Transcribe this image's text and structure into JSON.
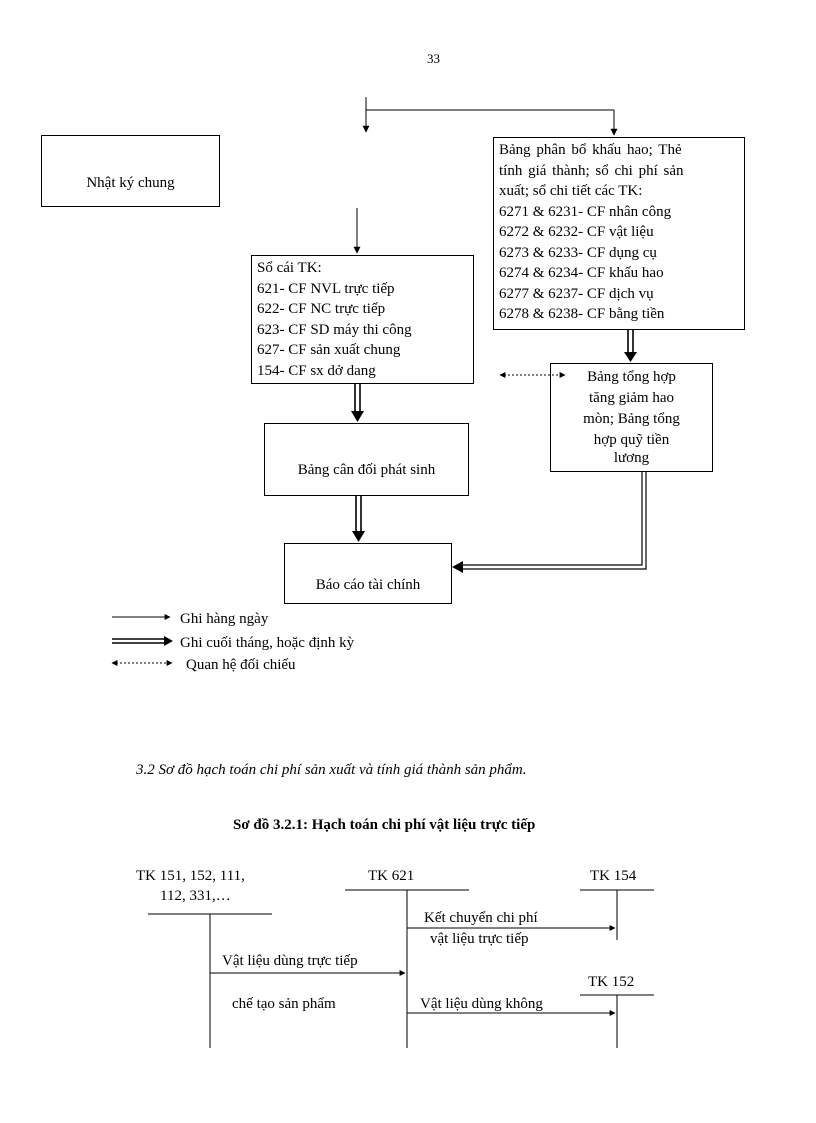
{
  "page_number": "33",
  "flow": {
    "nhat_ky": "Nhật ký chung",
    "bang_phan_bo": [
      "Bảng phân bổ khấu hao; Thẻ",
      "tính giá thành; sổ chi phí sản",
      "xuất; sổ chi tiết các TK:",
      "6271 & 6231- CF nhân công",
      "6272 & 6232- CF vật liệu",
      "6273 & 6233- CF dụng cụ",
      "6274 & 6234- CF khấu hao",
      "6277 & 6237- CF dịch vụ",
      "6278 & 6238- CF bằng tiền"
    ],
    "so_cai": [
      "Sổ cái TK:",
      "621- CF NVL trực tiếp",
      "622- CF NC trực tiếp",
      "623- CF SD máy thi công",
      "627- CF sản xuất chung",
      "154- CF sx dở dang"
    ],
    "bang_tong_hop": [
      "Bảng tổng hợp",
      "tăng giảm hao",
      "mòn; Bảng tổng",
      "hợp quỹ tiền",
      "lương"
    ],
    "bang_can_doi": "Bảng cân đối phát sinh",
    "bao_cao": "Báo cáo tài chính"
  },
  "legend": {
    "daily": "Ghi hàng ngày",
    "periodic": "Ghi cuối tháng, hoặc định kỳ",
    "reconcile": "Quan hệ đối chiếu"
  },
  "section_caption": "3.2  Sơ đồ hạch toán chi phí sản xuất và tính giá thành sản phẩm.",
  "diagram_title": "Sơ đồ 3.2.1: Hạch toán chi phí vật liệu trực tiếp",
  "ledger": {
    "tk_source_line1": "TK 151, 152, 111,",
    "tk_source_line2": "112, 331,…",
    "tk_621": "TK 621",
    "tk_154": "TK 154",
    "tk_152": "TK 152",
    "ket_chuyen_line1": "Kết chuyển chi phí",
    "ket_chuyen_line2": "vật liệu trực tiếp",
    "vat_lieu_dung": "Vật liệu  dùng trực tiếp",
    "che_tao": "chế tạo sản phẩm",
    "vat_lieu_khong": "Vật liệu  dùng không"
  }
}
